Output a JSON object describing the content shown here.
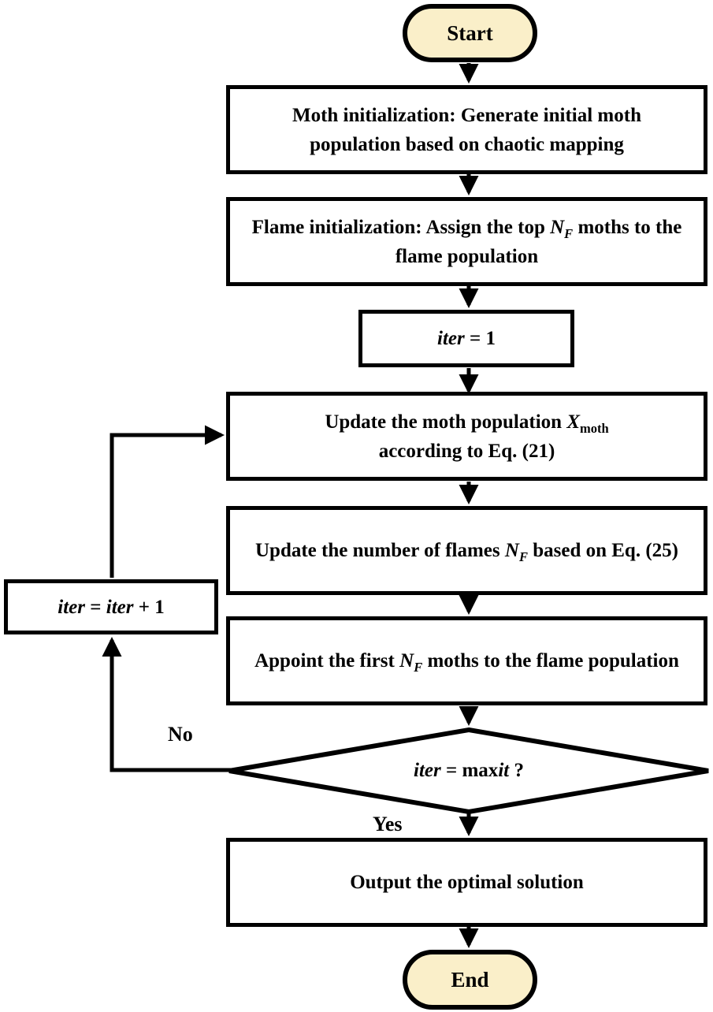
{
  "flowchart": {
    "title_semantic": "Chaotic moth-flame optimization algorithm flowchart",
    "nodes": {
      "start": {
        "label": "Start"
      },
      "moth_init": {
        "line1": "Moth initialization: Generate initial moth",
        "line2": "population based on chaotic mapping"
      },
      "flame_init": {
        "pre": "Flame initialization: Assign the top ",
        "var": "N",
        "sub": "F",
        "post": " moths to the",
        "line2": "flame population"
      },
      "iter_init": {
        "var": "iter",
        "post": " = 1"
      },
      "update_moth": {
        "pre": "Update the moth population ",
        "var": "X",
        "sub": "moth",
        "line2": "according to Eq. (21)"
      },
      "update_flames": {
        "pre": "Update the number of flames ",
        "var": "N",
        "sub": "F",
        "post": " based on Eq. (25)"
      },
      "appoint": {
        "pre": "Appoint the first ",
        "var": "N",
        "sub": "F",
        "post": " moths to the flame population"
      },
      "decision": {
        "var1": "iter",
        "mid": " = max",
        "var2": "it",
        "post": " ?"
      },
      "iter_increment": {
        "var1": "iter",
        "mid": " = ",
        "var2": "iter",
        "post": " + 1"
      },
      "output": {
        "text": "Output the optimal solution"
      },
      "end": {
        "label": "End"
      }
    },
    "edge_labels": {
      "no": "No",
      "yes": "Yes"
    },
    "colors": {
      "terminal_fill": "#FAEFC9",
      "node_fill": "#FFFFFF",
      "line_color": "#000000"
    }
  }
}
